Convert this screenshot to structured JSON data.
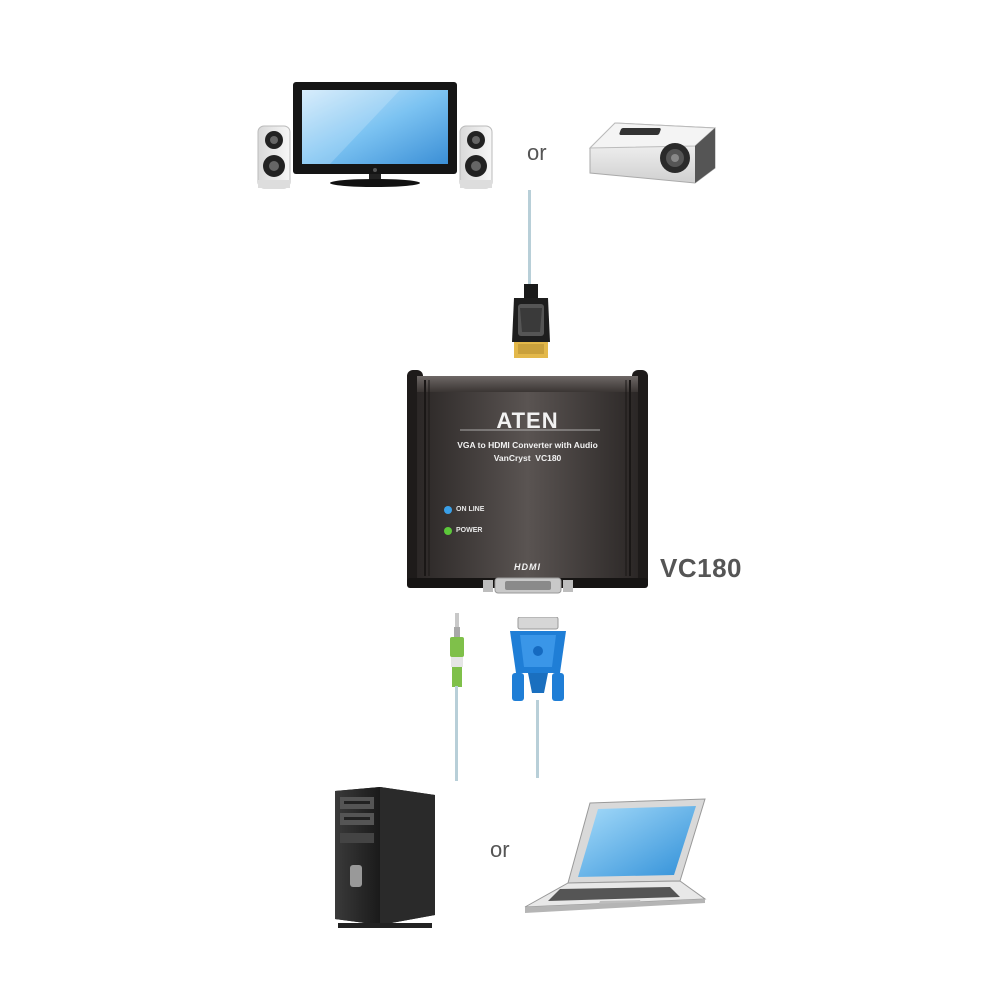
{
  "labels": {
    "or_top": "or",
    "or_bottom": "or",
    "model": "VC180"
  },
  "device": {
    "brand": "ATEN",
    "product_line": "VGA to HDMI Converter with Audio",
    "model_line": "VanCryst  VC180",
    "led_online": "ON LINE",
    "led_power": "POWER",
    "port_logo": "HDMI"
  },
  "colors": {
    "device_body": "#4a4442",
    "led_online": "#3aa0e8",
    "led_power": "#5cc83a",
    "vga_connector": "#1f7ed6",
    "audio_plug": "#7fc04a",
    "cable": "#b8cfd8"
  }
}
